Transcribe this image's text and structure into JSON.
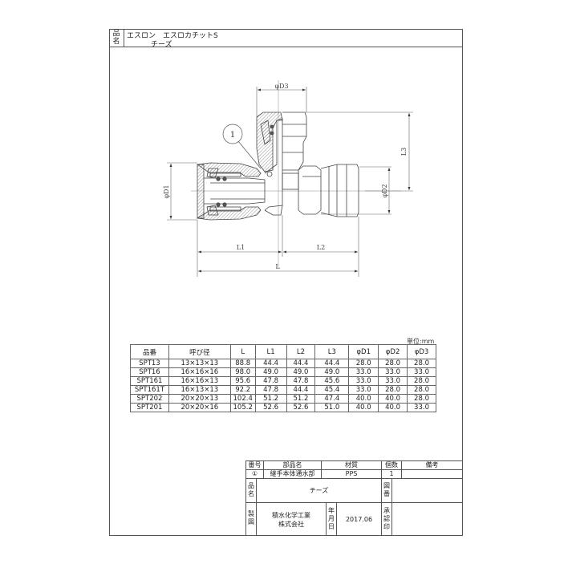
{
  "header": {
    "label": "品名",
    "product_series": "エスロン　エスロカチットS",
    "product_name": "チーズ"
  },
  "drawing": {
    "callout": "1",
    "dimensions": {
      "phi_d3": "φD3",
      "phi_d1": "φD1",
      "phi_d2": "φD2",
      "l1": "L1",
      "l2": "L2",
      "l3": "L3",
      "l": "L"
    }
  },
  "spec_table": {
    "unit": "単位:mm",
    "columns": [
      "品番",
      "呼び径",
      "L",
      "L1",
      "L2",
      "L3",
      "φD1",
      "φD2",
      "φD3"
    ],
    "rows": [
      [
        "SPT13",
        "13×13×13",
        "88.8",
        "44.4",
        "44.4",
        "44.4",
        "28.0",
        "28.0",
        "28.0"
      ],
      [
        "SPT16",
        "16×16×16",
        "98.0",
        "49.0",
        "49.0",
        "49.0",
        "33.0",
        "33.0",
        "33.0"
      ],
      [
        "SPT161",
        "16×16×13",
        "95.6",
        "47.8",
        "47.8",
        "45.6",
        "33.0",
        "33.0",
        "28.0"
      ],
      [
        "SPT161T",
        "16×13×13",
        "92.2",
        "47.8",
        "44.4",
        "45.4",
        "33.0",
        "28.0",
        "28.0"
      ],
      [
        "SPT202",
        "20×20×13",
        "102.4",
        "51.2",
        "51.2",
        "47.4",
        "40.0",
        "40.0",
        "28.0"
      ],
      [
        "SPT201",
        "20×20×16",
        "105.2",
        "52.6",
        "52.6",
        "51.0",
        "40.0",
        "40.0",
        "33.0"
      ]
    ]
  },
  "title_block": {
    "parts_header": {
      "no": "番号",
      "part_name": "部品名",
      "material": "材質",
      "qty": "個数",
      "remarks": "備考"
    },
    "parts": [
      {
        "no": "①",
        "part_name": "継手本体通水部",
        "material": "PPS",
        "qty": "1",
        "remarks": ""
      }
    ],
    "name_label": "品名",
    "name_value": "チーズ",
    "drawing_no_label": "図番",
    "drawing_no_value": "",
    "maker_label": "製図",
    "maker_line1": "積水化学工業",
    "maker_line2": "株式会社",
    "date_label": "年月日",
    "date_value": "2017.06",
    "approval_label": "承認印",
    "approval_value": ""
  }
}
